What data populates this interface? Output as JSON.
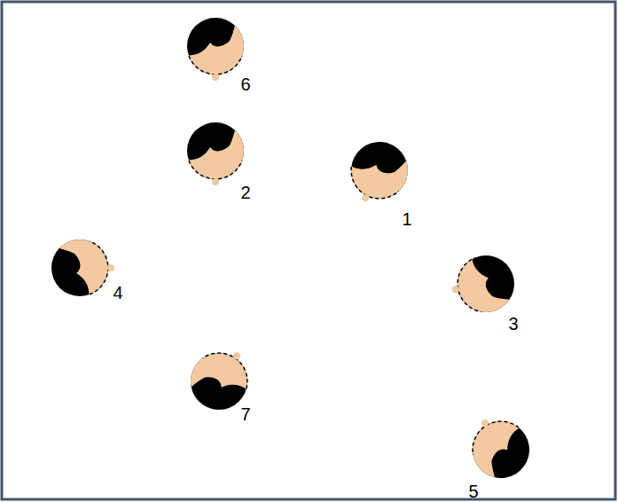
{
  "diagram": {
    "labels": [
      "6",
      "2",
      "1",
      "4",
      "3",
      "7",
      "5"
    ]
  }
}
